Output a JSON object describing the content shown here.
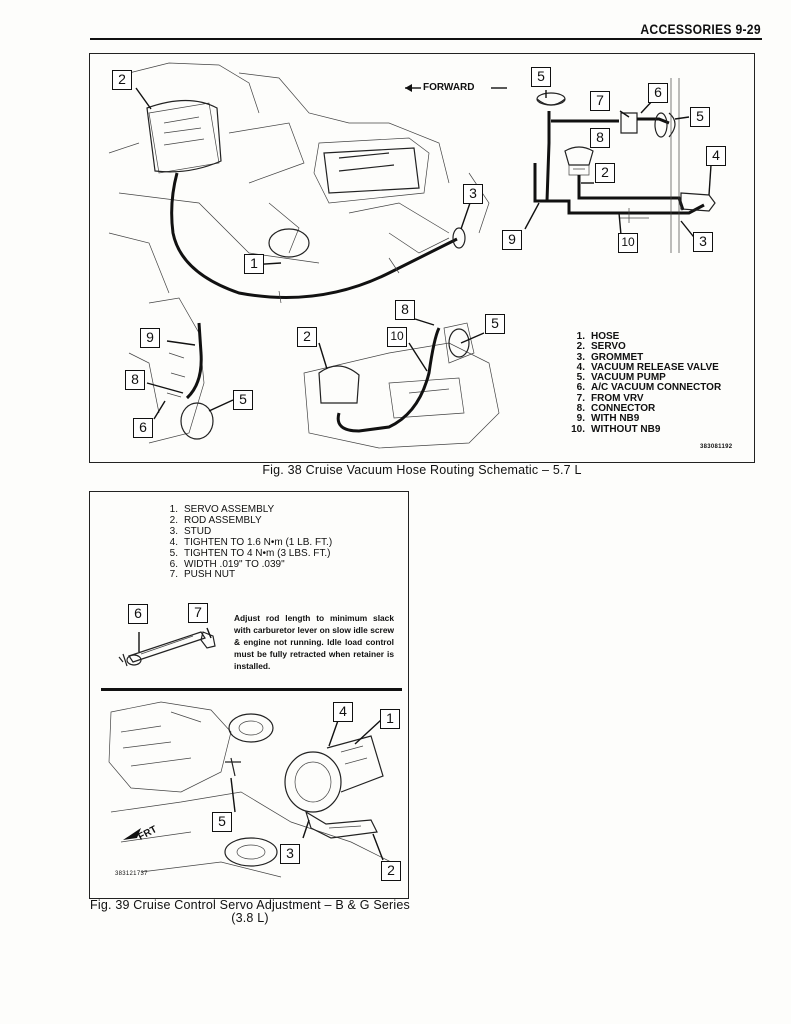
{
  "header": {
    "text": "ACCESSORIES 9-29"
  },
  "fig38": {
    "caption": "Fig. 38 Cruise Vacuum Hose Routing Schematic – 5.7 L",
    "forward_label": "FORWARD",
    "code": "383081192",
    "legend": [
      {
        "num": "1.",
        "text": "HOSE"
      },
      {
        "num": "2.",
        "text": "SERVO"
      },
      {
        "num": "3.",
        "text": "GROMMET"
      },
      {
        "num": "4.",
        "text": "VACUUM RELEASE VALVE"
      },
      {
        "num": "5.",
        "text": "VACUUM PUMP"
      },
      {
        "num": "6.",
        "text": "A/C VACUUM CONNECTOR"
      },
      {
        "num": "7.",
        "text": "FROM VRV"
      },
      {
        "num": "8.",
        "text": "CONNECTOR"
      },
      {
        "num": "9.",
        "text": "WITH NB9"
      },
      {
        "num": "10.",
        "text": "WITHOUT NB9"
      }
    ],
    "callouts": [
      "2",
      "5",
      "7",
      "6",
      "5",
      "8",
      "2",
      "4",
      "3",
      "9",
      "10",
      "3",
      "1",
      "8",
      "5",
      "9",
      "2",
      "10",
      "8",
      "5",
      "6"
    ]
  },
  "fig39": {
    "caption_line1": "Fig. 39 Cruise Control Servo Adjustment – B & G Series",
    "caption_line2": "(3.8 L)",
    "frt_label": "FRT",
    "code": "383121737",
    "note": "Adjust rod length to minimum slack with carburetor lever on slow idle screw & engine not running. Idle load control must be fully retracted when retainer is installed.",
    "legend": [
      {
        "num": "1.",
        "text": "SERVO ASSEMBLY"
      },
      {
        "num": "2.",
        "text": "ROD ASSEMBLY"
      },
      {
        "num": "3.",
        "text": "STUD"
      },
      {
        "num": "4.",
        "text": "TIGHTEN TO 1.6 N•m (1 LB. FT.)"
      },
      {
        "num": "5.",
        "text": "TIGHTEN TO 4 N•m (3 LBS. FT.)"
      },
      {
        "num": "6.",
        "text": "WIDTH .019\" TO .039\""
      },
      {
        "num": "7.",
        "text": "PUSH NUT"
      }
    ],
    "callouts": [
      "6",
      "7",
      "4",
      "1",
      "5",
      "3",
      "2"
    ]
  }
}
